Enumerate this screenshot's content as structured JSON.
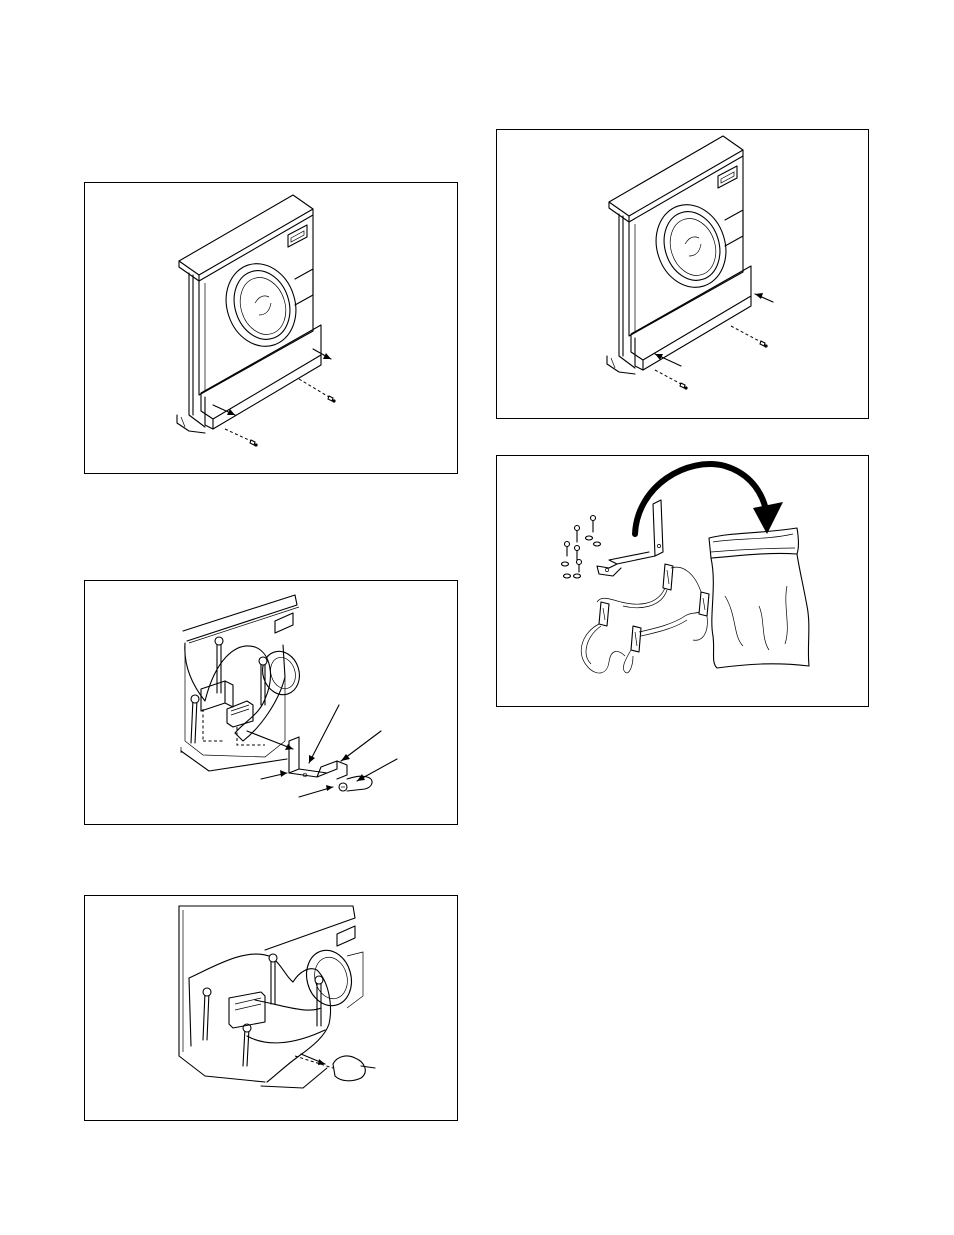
{
  "page": {
    "figures": [
      {
        "id": "fig-a",
        "depicts": "washer-front-lower-panel-removal"
      },
      {
        "id": "fig-b",
        "depicts": "shipping-bracket-bolt-removal"
      },
      {
        "id": "fig-c",
        "depicts": "shipping-bracket-removal-hand"
      },
      {
        "id": "fig-d",
        "depicts": "washer-front-lower-panel-reinstall"
      },
      {
        "id": "fig-e",
        "depicts": "shipping-hardware-into-bag"
      }
    ]
  }
}
